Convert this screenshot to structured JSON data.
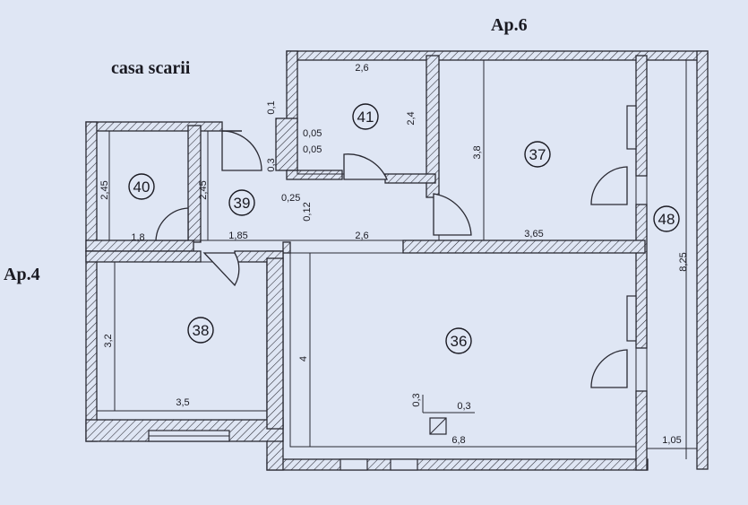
{
  "labels": {
    "ap6": "Ap.6",
    "ap4": "Ap.4",
    "staircase": "casa scarii"
  },
  "rooms": {
    "r36": "36",
    "r37": "37",
    "r38": "38",
    "r39": "39",
    "r40": "40",
    "r41": "41",
    "r48": "48"
  },
  "dimensions": {
    "d41_width": "2,6",
    "d41_height": "2,4",
    "d_01": "0,1",
    "d_005a": "0,05",
    "d_005b": "0,05",
    "d_03": "0,3",
    "d_025": "0,25",
    "d_012": "0,12",
    "d37_height": "3,8",
    "d37_width": "3,65",
    "d40_height": "2,45",
    "d40_width": "1,8",
    "d39_height": "2,45",
    "d39_width": "1,85",
    "d_corridor": "2,6",
    "d38_height": "3,2",
    "d38_width": "3,5",
    "d36_height": "4",
    "d36_width": "6,8",
    "d_duct_h": "0,3",
    "d_duct_w": "0,3",
    "d48_height": "8,25",
    "d48_width": "1,05"
  },
  "colors": {
    "paper": "#dfe6f4",
    "ink": "#2a2a33"
  }
}
